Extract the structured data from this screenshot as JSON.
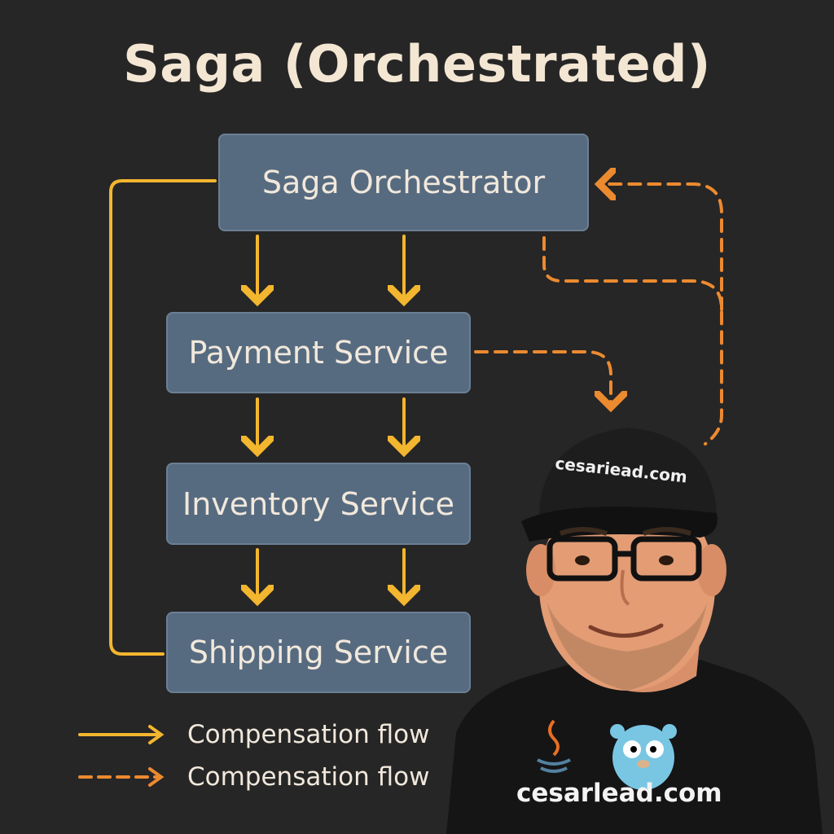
{
  "title": "Saga (Orchestrated)",
  "nodes": {
    "orchestrator": "Saga Orchestrator",
    "payment": "Payment Service",
    "inventory": "Inventory Service",
    "shipping": "Shipping Service"
  },
  "legend": [
    {
      "label": "Compensation flow",
      "style": "solid",
      "color": "#f3b62f"
    },
    {
      "label": "Compensation flow",
      "style": "dashed",
      "color": "#ec8a30"
    }
  ],
  "avatar": {
    "cap_text": "cesariead.com",
    "shirt_text": "cesarlead.com",
    "icons": [
      "java-icon",
      "go-gopher-icon"
    ]
  },
  "colors": {
    "background": "#262626",
    "node_fill": "#576b80",
    "solid_flow": "#f3b62f",
    "dashed_flow": "#ec8a30"
  }
}
